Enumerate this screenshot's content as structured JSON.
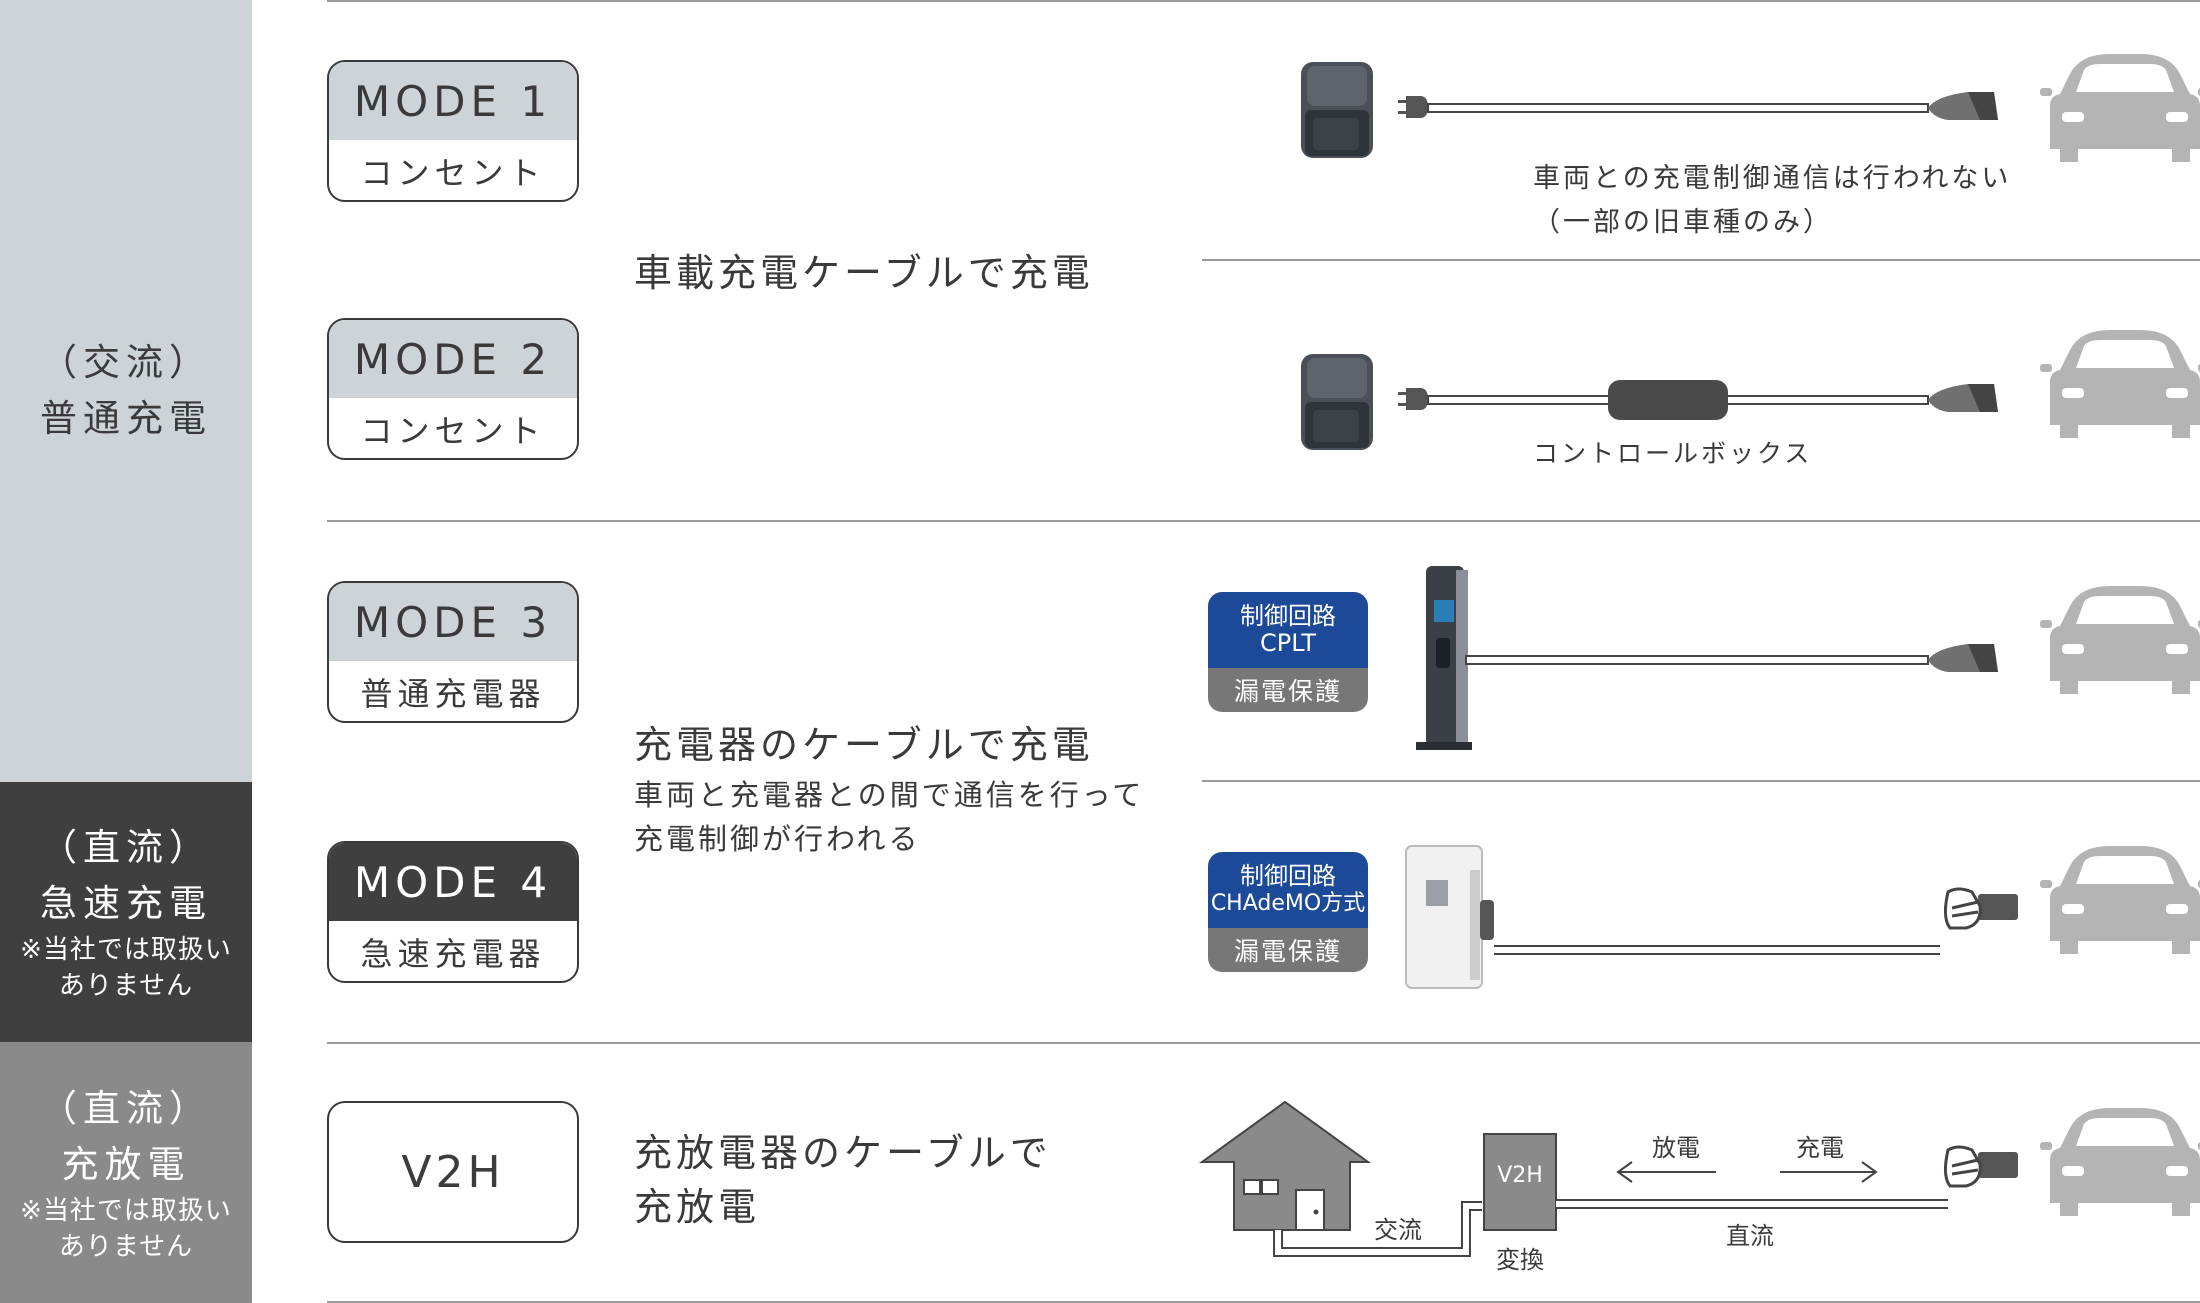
{
  "categories": [
    {
      "title_lines": [
        "（交流）",
        "普通充電"
      ],
      "note_lines": []
    },
    {
      "title_lines": [
        "（直流）",
        "急速充電"
      ],
      "note_lines": [
        "※当社では取扱い",
        "ありません"
      ]
    },
    {
      "title_lines": [
        "（直流）",
        "充放電"
      ],
      "note_lines": [
        "※当社では取扱い",
        "ありません"
      ]
    }
  ],
  "modes": [
    {
      "name": "MODE 1",
      "type": "コンセント"
    },
    {
      "name": "MODE 2",
      "type": "コンセント"
    },
    {
      "name": "MODE 3",
      "type": "普通充電器"
    },
    {
      "name": "MODE 4",
      "type": "急速充電器"
    },
    {
      "name": "V2H"
    }
  ],
  "descriptions": {
    "vehicle_cable": "車載充電ケーブルで充電",
    "charger_cable": "充電器のケーブルで充電",
    "charger_cable_sub": [
      "車両と充電器との間で通信を行って",
      "充電制御が行われる"
    ],
    "v2h": [
      "充放電器のケーブルで",
      "充放電"
    ]
  },
  "notes": {
    "mode1": [
      "車両との充電制御通信は行われない",
      "（一部の旧車種のみ）"
    ],
    "mode2_box": "コントロールボックス"
  },
  "badges": [
    {
      "lines": [
        "制御回路",
        "CPLT"
      ],
      "bottom": "漏電保護"
    },
    {
      "lines": [
        "制御回路",
        "CHAdeMO方式"
      ],
      "bottom": "漏電保護"
    }
  ],
  "v2h_diagram": {
    "box_label": "V2H",
    "ac": "交流",
    "convert": "変換",
    "dc": "直流",
    "discharge": "放電",
    "charge": "充電"
  },
  "colors": {
    "ac_panel": "#cdd4d8",
    "dc_panel": "#3f3f3f",
    "v2h_panel": "#8a8a8a",
    "badge_blue": "#1c4a98",
    "badge_gray": "#777777",
    "car": "#b4b4b4"
  }
}
